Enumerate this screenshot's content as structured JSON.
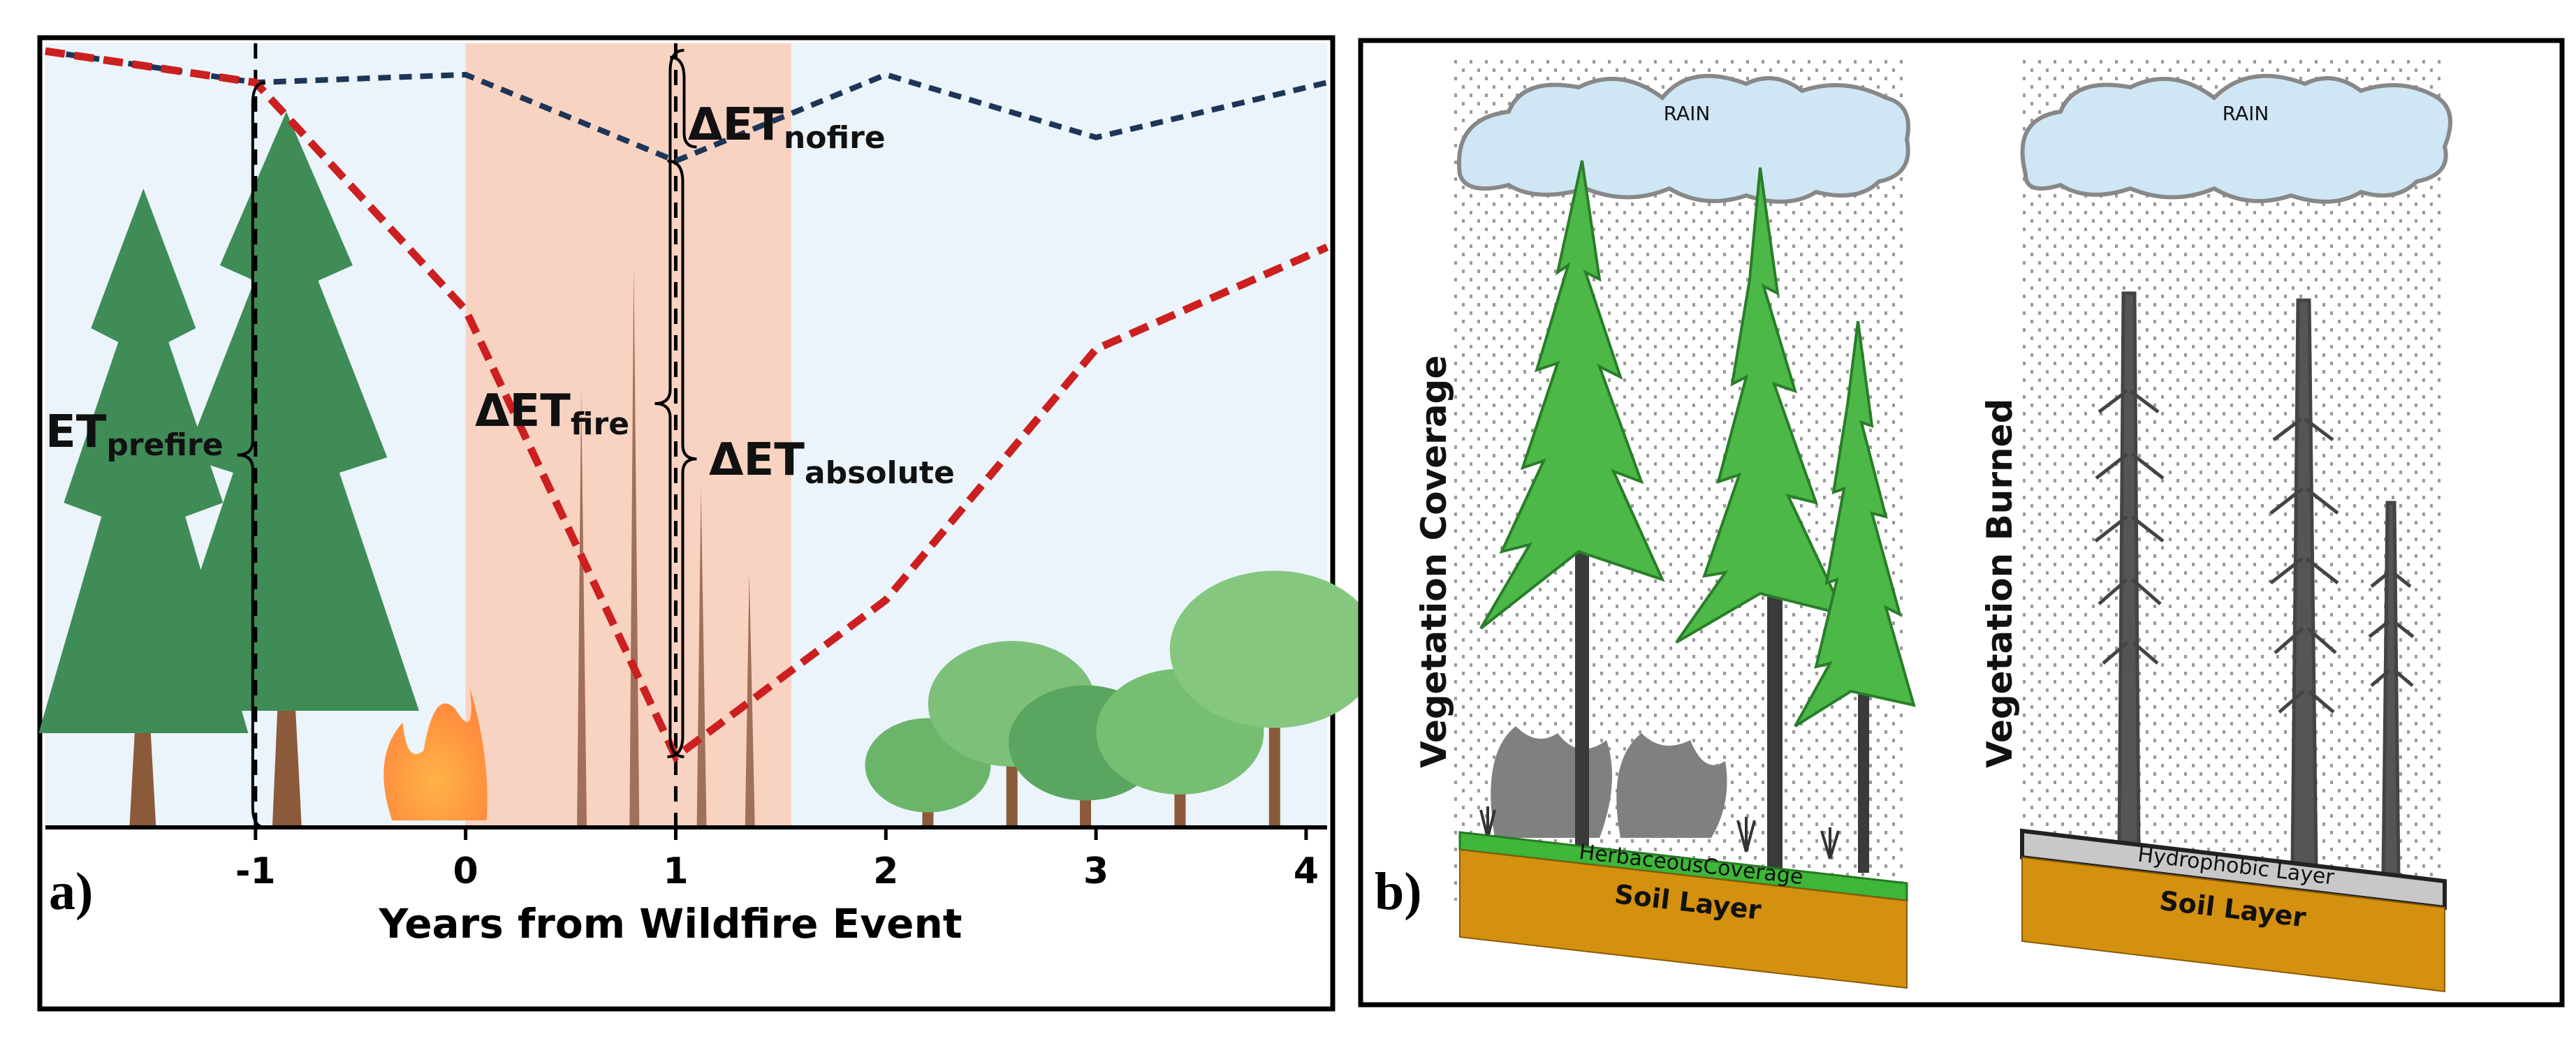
{
  "panel_a": {
    "label": "a)",
    "chart_data": {
      "type": "line",
      "xlabel": "Years from Wildfire Event",
      "x_ticks": [
        "-1",
        "0",
        "1",
        "2",
        "3",
        "4"
      ],
      "xlim": [
        -2,
        4.1
      ],
      "ylim": [
        0,
        1
      ],
      "fire_period": [
        0,
        1.55
      ],
      "series": [
        {
          "color": "#1d3557",
          "x": [
            -2,
            -1,
            0,
            1,
            2,
            3,
            4.1
          ],
          "values": [
            0.99,
            0.95,
            0.96,
            0.85,
            0.96,
            0.88,
            0.95
          ]
        },
        {
          "color": "#cc1f1f",
          "x": [
            -2,
            -1,
            0,
            1,
            2,
            3,
            4.1
          ],
          "values": [
            0.99,
            0.95,
            0.66,
            0.09,
            0.29,
            0.61,
            0.74
          ]
        }
      ],
      "annotations": [
        {
          "main": "ET",
          "sub": "prefire"
        },
        {
          "main": "ΔET",
          "sub": "fire"
        },
        {
          "main": "ΔET",
          "sub": "absolute"
        },
        {
          "main": "ΔET",
          "sub": "nofire"
        }
      ]
    }
  },
  "panel_b": {
    "label": "b)",
    "left": {
      "rain_label": "RAIN",
      "side_label": "Vegetation  Coverage",
      "layer_label": "HerbaceousCoverage",
      "soil_label": "Soil Layer",
      "layer_color": "#3fb53a"
    },
    "right": {
      "rain_label": "RAIN",
      "side_label": "Vegetation  Burned",
      "layer_label": "Hydrophobic Layer",
      "soil_label": "Soil Layer",
      "layer_color": "#c8c8c8"
    },
    "soil_color": "#d4900f",
    "tree_color": "#4cb847"
  }
}
